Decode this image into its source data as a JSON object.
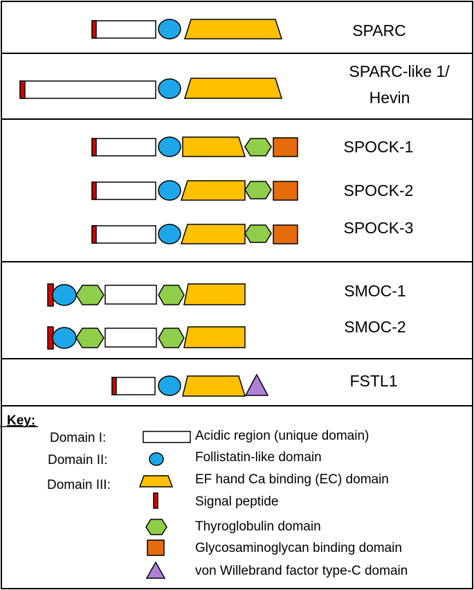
{
  "colors": {
    "acidic": "#ffffff",
    "follistatin": "#1ea7e8",
    "ec_domain": "#ffc000",
    "signal_peptide": "#d40000",
    "thyroglobulin": "#8fce4a",
    "gag": "#e46c0a",
    "vwc": "#b07fd8"
  },
  "proteins": [
    {
      "name": "SPARC"
    },
    {
      "name": "SPARC-like 1/",
      "name2": "Hevin"
    },
    {
      "name": "SPOCK-1"
    },
    {
      "name": "SPOCK-2"
    },
    {
      "name": "SPOCK-3"
    },
    {
      "name": "SMOC-1"
    },
    {
      "name": "SMOC-2"
    },
    {
      "name": "FSTL1"
    }
  ],
  "key": {
    "title": "Key:",
    "domain_labels": [
      "Domain I:",
      "Domain II:",
      "Domain III:"
    ],
    "items": [
      {
        "icon": "acidic-box-icon",
        "label": "Acidic region (unique domain)"
      },
      {
        "icon": "follistatin-circle-icon",
        "label": "Follistatin-like domain"
      },
      {
        "icon": "ec-trapezoid-icon",
        "label": "EF hand Ca binding (EC) domain"
      },
      {
        "icon": "signal-peptide-icon",
        "label": "Signal peptide"
      },
      {
        "icon": "thyroglobulin-hexagon-icon",
        "label": "Thyroglobulin domain"
      },
      {
        "icon": "gag-square-icon",
        "label": "Glycosaminoglycan binding domain"
      },
      {
        "icon": "vwc-triangle-icon",
        "label": "von Willebrand factor type-C domain"
      }
    ]
  }
}
